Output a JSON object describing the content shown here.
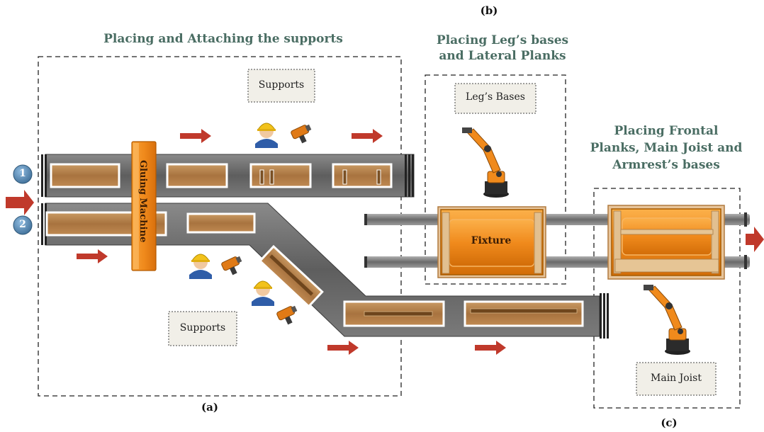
{
  "labels": {
    "top_b": "(b)",
    "bottom_a": "(a)",
    "bottom_c": "(c)",
    "section_a_title": "Placing and Attaching the supports",
    "section_b_title_line1": "Placing Leg’s bases",
    "section_b_title_line2": "and Lateral Planks",
    "section_c_title_line1": "Placing Frontal",
    "section_c_title_line2": "Planks, Main Joist and",
    "section_c_title_line3": "Armrest’s bases"
  },
  "boxes": {
    "supports_top": "Supports",
    "supports_bottom": "Supports",
    "legs_bases": "Leg’s Bases",
    "main_joist": "Main Joist"
  },
  "machines": {
    "gluing_machine": "Gluing Machine",
    "fixture": "Fixture"
  },
  "lines": {
    "line1_number": "1",
    "line2_number": "2"
  },
  "colors": {
    "heading": "#4a6d63",
    "conveyor": "#6b6b6b",
    "arrow": "#c0392b",
    "machine_orange": "#f08a1c",
    "badge_blue": "#5b8fb9",
    "wood": "#b8834f"
  },
  "icons": {
    "worker": "worker-hardhat-icon",
    "nail_gun": "nail-gun-icon",
    "robot": "industrial-robot-arm-icon",
    "flow_arrow": "flow-arrow-icon"
  }
}
